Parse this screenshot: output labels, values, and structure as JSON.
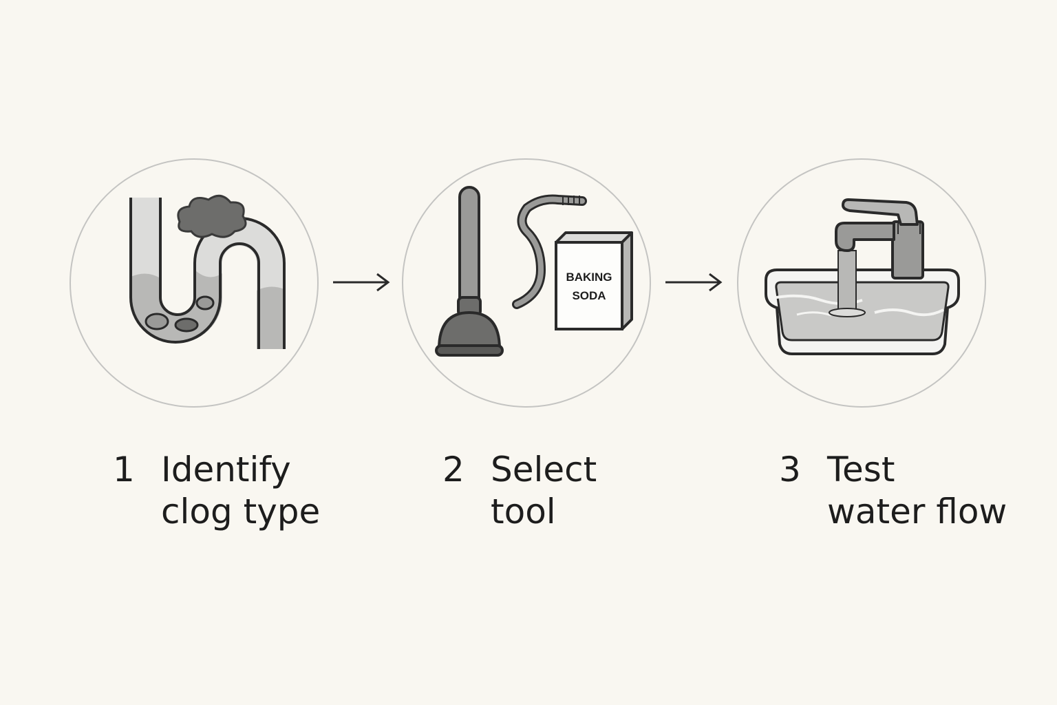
{
  "steps": [
    {
      "number": "1",
      "line1": "Identify",
      "line2": "clog type",
      "icon": "clogged-pipe-icon"
    },
    {
      "number": "2",
      "line1": "Select",
      "line2": "tool",
      "icon": "plumbing-tools-icon"
    },
    {
      "number": "3",
      "line1": "Test",
      "line2": "water flow",
      "icon": "faucet-sink-icon"
    }
  ],
  "tools": {
    "box_line1": "BAKING",
    "box_line2": "SODA"
  },
  "colors": {
    "background": "#f9f7f1",
    "ink": "#1d1d1d",
    "circle": "#c4c4c2",
    "gray": "#9a9a98"
  }
}
